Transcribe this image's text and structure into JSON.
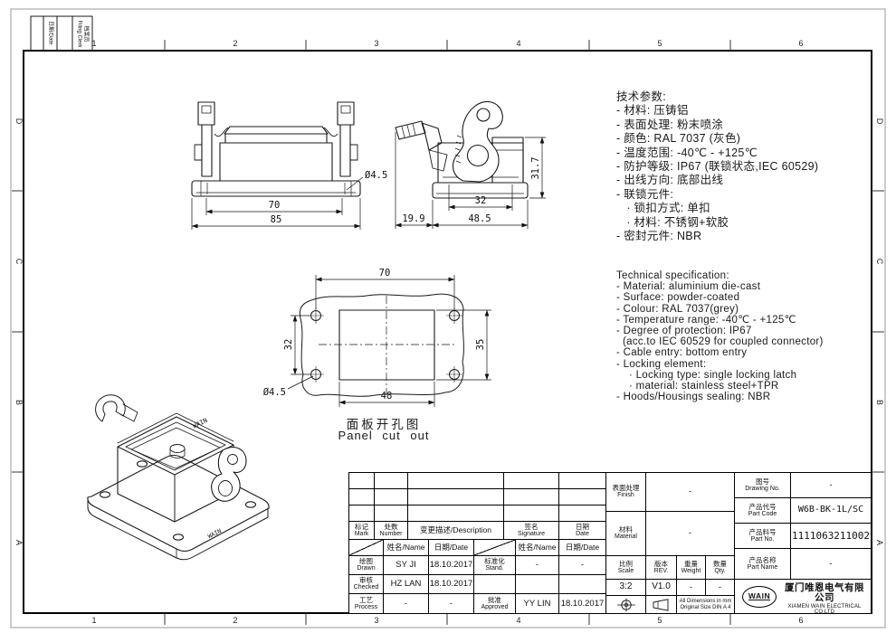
{
  "margins": {
    "numbers": [
      "1",
      "2",
      "3",
      "4",
      "5",
      "6"
    ],
    "letters": [
      "D",
      "C",
      "B",
      "A"
    ],
    "date_label": "日期/Date",
    "clerk_cn": "档案员",
    "clerk_en": "Filing Clerk"
  },
  "specs_cn": {
    "lines": [
      "技术参数:",
      "- 材料: 压铸铝",
      "- 表面处理: 粉末喷涂",
      "- 颜色: RAL 7037 (灰色)",
      "- 温度范围: -40℃ - +125℃",
      "- 防护等级: IP67 (联锁状态,IEC 60529)",
      "- 出线方向: 底部出线",
      "- 联锁元件:",
      "   · 锁扣方式: 单扣",
      "   · 材料: 不锈钢+软胶",
      "- 密封元件: NBR"
    ]
  },
  "specs_en": {
    "lines": [
      "Technical specification:",
      "- Material: aluminium die-cast",
      "- Surface: powder-coated",
      "- Colour: RAL 7037(grey)",
      "- Temperature range: -40℃ - +125℃",
      "- Degree of protection: IP67",
      "  (acc.to IEC 60529 for coupled connector)",
      "- Cable entry: bottom entry",
      "- Locking element:",
      "    · Locking type: single locking latch",
      "    · material: stainless steel+TPR",
      "- Hoods/Housings sealing: NBR"
    ]
  },
  "views": {
    "front": {
      "dim_70": "70",
      "dim_85": "85",
      "hole": "Ø4.5"
    },
    "side": {
      "dim_317": "31.7",
      "dim_32": "32",
      "dim_485": "48.5",
      "dim_199": "19.9"
    },
    "panel": {
      "dim_70": "70",
      "dim_32": "32",
      "dim_35": "35",
      "dim_48": "48",
      "hole": "Ø4.5",
      "caption_cn": "面板开孔图",
      "caption_en": "Panel cut out"
    },
    "iso": {
      "brand": "WAIN"
    }
  },
  "title_block": {
    "rev": {
      "mark_cn": "标记",
      "mark_en": "Mark",
      "qty_cn": "处数",
      "qty_en": "Number",
      "desc": "变更描述/Description",
      "sig_cn": "签名",
      "sig_en": "Signature",
      "date_cn": "日期",
      "date_en": "Date"
    },
    "hdr": {
      "name": "姓名/Name",
      "date": "日期/Date"
    },
    "sign": {
      "drawn_cn": "绘图",
      "drawn_en": "Drawn",
      "drawn_name": "SY JI",
      "drawn_date": "18.10.2017",
      "checked_cn": "审核",
      "checked_en": "Checked",
      "checked_name": "HZ LAN",
      "checked_date": "18.10.2017",
      "process_cn": "工艺",
      "process_en": "Process",
      "process_name": "-",
      "process_date": "-",
      "stand_cn": "标准化",
      "stand_en": "Stand.",
      "stand_name": "-",
      "stand_date": "-",
      "approved_cn": "批准",
      "approved_en": "Approved",
      "approved_name": "YY LIN",
      "approved_date": "18.10.2017"
    },
    "fields": {
      "finish_cn": "表面处理",
      "finish_en": "Finish",
      "finish_val": "-",
      "material_cn": "材料",
      "material_en": "Material",
      "material_val": "-",
      "drawing_no_cn": "图号",
      "drawing_no_en": "Drawing No.",
      "drawing_no_val": "-",
      "part_code_cn": "产品代号",
      "part_code_en": "Part Code",
      "part_code_val": "W6B-BK-1L/SC",
      "part_no_cn": "产品料号",
      "part_no_en": "Part No.",
      "part_no_val": "1111063211002",
      "part_name_cn": "产品名称",
      "part_name_en": "Part Name",
      "part_name_val": "-",
      "scale_cn": "比例",
      "scale_en": "Scale",
      "scale_val": "3:2",
      "rev_cn": "版本",
      "rev_en": "REV.",
      "rev_val": "V1.0",
      "weight_cn": "重量",
      "weight_en": "Weight",
      "weight_val": "-",
      "qty_cn": "数量",
      "qty_en": "Qty.",
      "qty_val": "-"
    },
    "notes": {
      "l1": "All Dimensions in mm",
      "l2": "Original Size DIN A 4"
    },
    "company": {
      "logo": "WAIN",
      "cn": "厦门唯恩电气有限公司",
      "en": "XIAMEN WAIN ELECTRICAL CO.LTD"
    }
  }
}
